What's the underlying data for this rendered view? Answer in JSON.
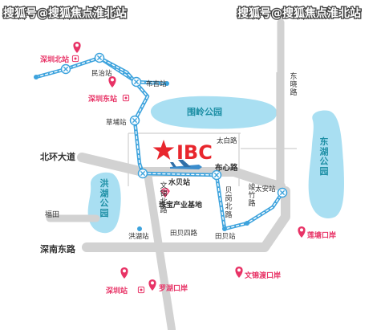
{
  "watermark": {
    "left": "搜狐号@搜狐焦点淮北站",
    "right": "搜狐号@搜狐焦点淮北站"
  },
  "brand": {
    "logo_text": "IBC"
  },
  "parks": {
    "weiling": "围岭公园",
    "honghu": "洪湖公园",
    "donghu": "东湖公园"
  },
  "roads": {
    "beihuan": "北环大道",
    "futian": "福田",
    "shennan": "深南东路",
    "buxin": "布心路",
    "taibai": "太白路",
    "dongxiao": "东晓路",
    "wenjin_bei": "文锦北路",
    "beigang_bei": "贝岗北路",
    "songzhu": "竣竹路"
  },
  "stations": {
    "minzhi": "民治站",
    "buji": "布吉站",
    "caopu": "草埔站",
    "shuibei": "水贝站",
    "honghu": "洪湖站",
    "tianbei": "田贝站",
    "taian": "太安站"
  },
  "line_labels": {
    "tianbeisi": "田贝四路"
  },
  "pois": {
    "shenzhen_north": "深圳北站",
    "shenzhen_east": "深圳东站",
    "shenzhen_station": "深圳站",
    "luohu_port": "罗湖口岸",
    "wenjindu_port": "文锦渡口岸",
    "liantang_port": "莲塘口岸",
    "jewelry_base": "珠宝产业基地"
  },
  "colors": {
    "metro": "#3da3dd",
    "road_main": "#cfcfcf",
    "park": "#a9dff2",
    "park_text": "#1e8fa5",
    "poi": "#e83366",
    "logo": "#e8262d"
  }
}
